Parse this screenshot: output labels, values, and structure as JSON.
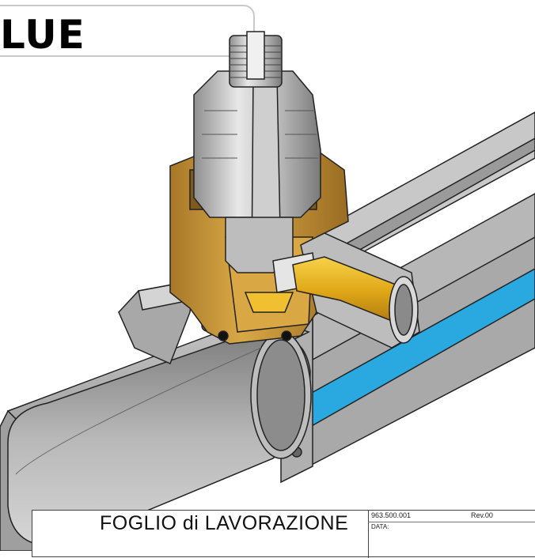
{
  "header": {
    "title_text": "LUE"
  },
  "title_block": {
    "title": "FOGLIO di LAVORAZIONE",
    "code": "963.500.001",
    "revision": "Rev.00",
    "date_label": "DATA:"
  },
  "colors": {
    "steel_light": "#d9d9d9",
    "steel_mid": "#a6a6a6",
    "steel_dark": "#6e6e6e",
    "brass": "#c89a3a",
    "brass_light": "#f0c030",
    "stripe_blue": "#2aa8e0",
    "outline": "#222222"
  }
}
